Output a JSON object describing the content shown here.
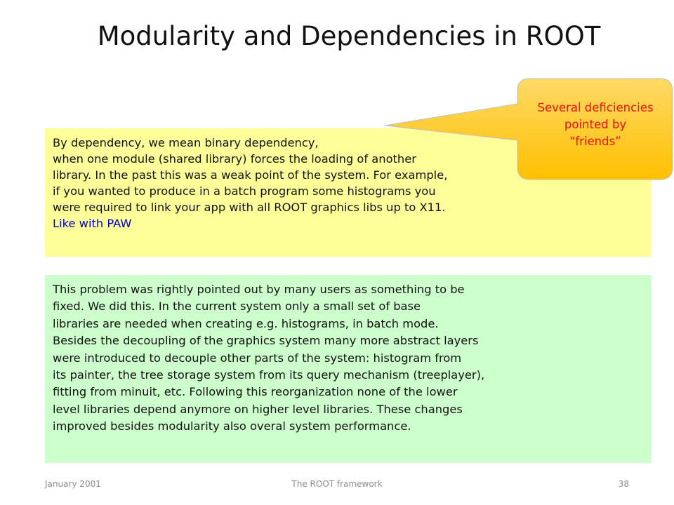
{
  "slide": {
    "title": "Modularity and Dependencies in ROOT",
    "callout": {
      "lines": [
        "Several deficiencies",
        "pointed by",
        "“friends”"
      ],
      "fill_color": "#ffc000",
      "text_color": "#ee1111"
    },
    "dependency_box": {
      "background": "#ffff99",
      "lines": [
        "By dependency, we mean binary dependency,",
        "when one module (shared library) forces the loading of another",
        "library. In the past this was a weak point of the system. For example,",
        "if you wanted to produce in a batch program some histograms you",
        "were required to link your app with all ROOT graphics libs up to X11.",
        "Like with PAW"
      ]
    },
    "solution_box": {
      "background": "#ccffcc",
      "lines": [
        "This problem was rightly pointed out by many users as something to be",
        "fixed.  We did this. In the current system only a small set of base",
        "libraries are needed when creating e.g. histograms, in batch mode.",
        "Besides the decoupling of the graphics system many more abstract layers",
        "were introduced to decouple other parts of the system: histogram from",
        "its painter, the tree storage system from its query mechanism (treeplayer),",
        "fitting from minuit, etc. Following this reorganization none of the lower",
        "level libraries depend anymore on higher level libraries. These changes",
        "improved besides modularity also overal system performance."
      ]
    }
  },
  "footer": {
    "date": "January 2001",
    "center": "The ROOT framework",
    "page_number": "38"
  }
}
